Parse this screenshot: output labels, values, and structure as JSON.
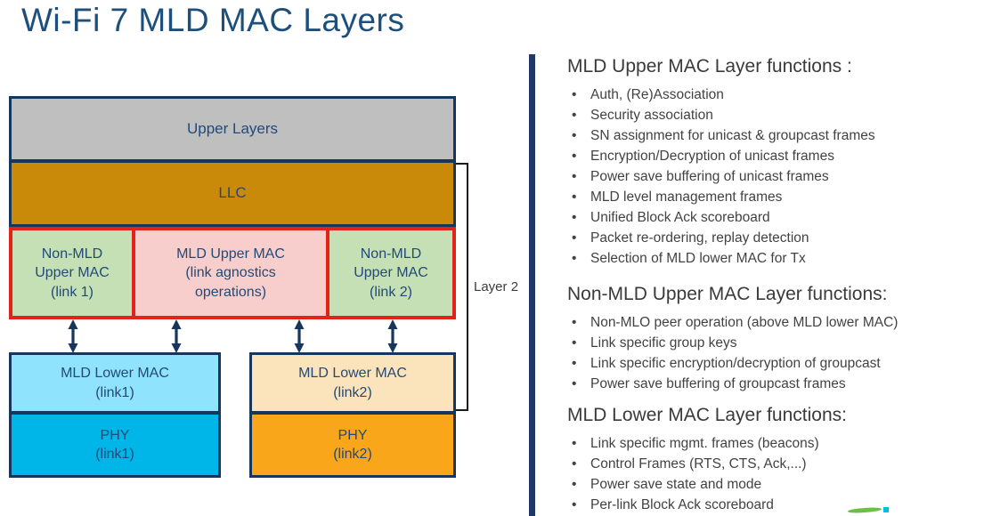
{
  "title": "Wi-Fi 7 MLD MAC Layers",
  "diagram": {
    "blocks": {
      "upper_layers": "Upper Layers",
      "llc": "LLC",
      "non_mld_upper_link1": "Non-MLD\nUpper MAC\n(link 1)",
      "mld_upper": "MLD Upper MAC\n(link agnostics\noperations)",
      "non_mld_upper_link2": "Non-MLD\nUpper MAC\n(link 2)",
      "mld_lower_link1": "MLD Lower MAC\n(link1)",
      "phy_link1": "PHY\n(link1)",
      "mld_lower_link2": "MLD Lower MAC\n(link2)",
      "phy_link2": "PHY\n(link2)"
    },
    "layer2_label": "Layer 2"
  },
  "functions": {
    "sections": [
      {
        "heading": "MLD Upper MAC Layer functions :",
        "bullets": [
          "Auth, (Re)Association",
          "Security association",
          "SN assignment for unicast & groupcast frames",
          "Encryption/Decryption of unicast frames",
          "Power save buffering of unicast frames",
          "MLD level management frames",
          "Unified Block Ack scoreboard",
          "Packet re-ordering, replay detection",
          "Selection of MLD lower MAC for Tx"
        ]
      },
      {
        "heading": "Non-MLD Upper MAC Layer functions:",
        "bullets": [
          "Non-MLO peer operation (above MLD lower MAC)",
          "Link specific group keys",
          "Link specific encryption/decryption of groupcast",
          "Power save buffering of groupcast frames"
        ]
      },
      {
        "heading": "MLD Lower MAC Layer functions:",
        "bullets": [
          "Link specific mgmt. frames (beacons)",
          "Control Frames (RTS, CTS, Ack,...)",
          "Power save state and mode",
          "Per-link Block Ack scoreboard"
        ]
      }
    ]
  },
  "colors": {
    "title_navy": "#1D4F7C",
    "block_border_navy": "#17365C",
    "block_text_navy": "#234A77",
    "upper_layers_gray": "#BFBFBF",
    "llc_amber": "#C98A0A",
    "green_fill": "#C5E0B4",
    "pink_fill": "#F8CECC",
    "red_border": "#E2231A",
    "light_blue_fill": "#8FE3FC",
    "cyan_fill": "#00B5E8",
    "tan_fill": "#FBE3BB",
    "orange_fill": "#F9A61A",
    "divider_navy": "#1F3864",
    "body_text_gray": "#424242",
    "logo_green": "#6CC04A",
    "logo_cyan": "#00BCEB"
  }
}
